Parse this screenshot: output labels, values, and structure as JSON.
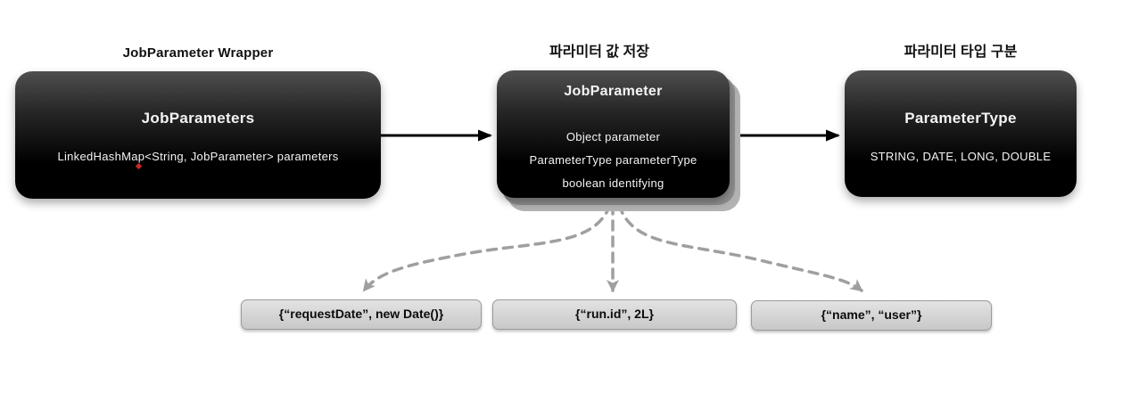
{
  "colors": {
    "background": "#ffffff",
    "node_top": "#4f4f4f",
    "node_mid": "#262626",
    "node_bottom": "#000000",
    "node_text": "#f4f4f4",
    "stack_layer_1": "#8f8f8f",
    "stack_layer_2": "#b3b3b3",
    "example_bg_top": "#e3e3e3",
    "example_bg_bottom": "#c8c8c8",
    "example_border": "#9b9b9b",
    "solid_arrow": "#000000",
    "dashed_arrow": "#9f9f9f",
    "marker_dot": "#cc2b25",
    "caption_text": "#111111"
  },
  "nodes": {
    "jobparameters": {
      "caption": "JobParameter Wrapper",
      "title": "JobParameters",
      "field_1": "LinkedHashMap<String, JobParameter> parameters"
    },
    "jobparameter": {
      "caption": "파라미터 값 저장",
      "title": "JobParameter",
      "field_1": "Object parameter",
      "field_2": "ParameterType parameterType",
      "field_3": "boolean identifying"
    },
    "parametertype": {
      "caption": "파라미터 타입 구분",
      "title": "ParameterType",
      "field_1": "STRING, DATE, LONG, DOUBLE"
    }
  },
  "examples": [
    {
      "label": "{“requestDate”, new Date()}"
    },
    {
      "label": "{“run.id”, 2L}"
    },
    {
      "label": "{“name”, “user”}"
    }
  ]
}
